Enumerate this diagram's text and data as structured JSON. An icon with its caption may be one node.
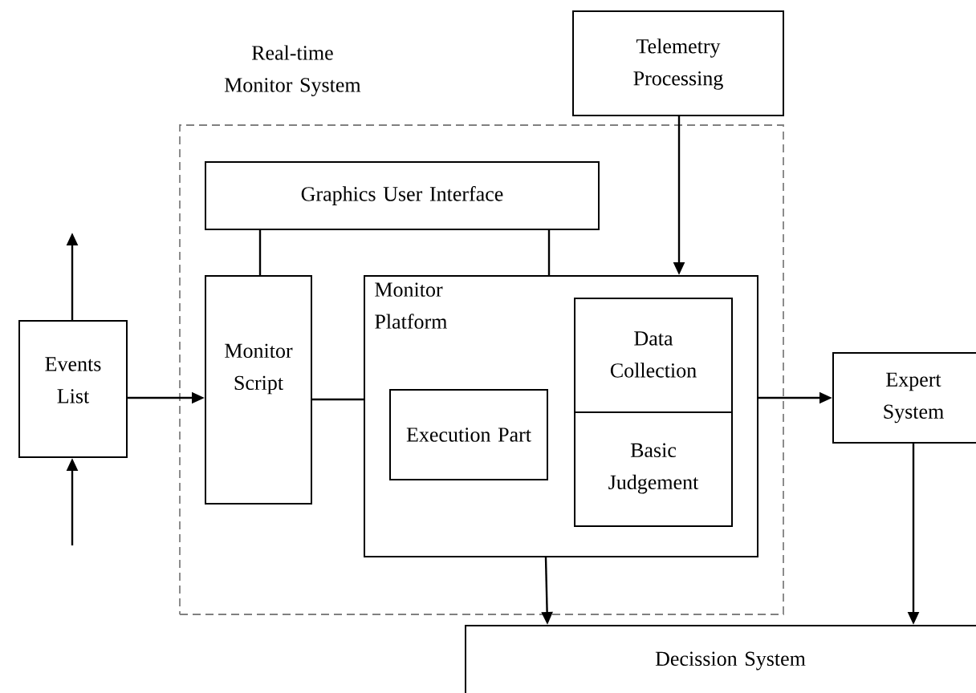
{
  "diagram": {
    "nodes": [
      {
        "text": [
          "Real-time Monitor System"
        ]
      },
      {
        "text": [
          "Telemetry Processing"
        ]
      },
      {
        "text": [
          "Graphics User Interface"
        ],
        "in": 0
      },
      {
        "text": [
          "Events List"
        ]
      },
      {
        "text": [
          "Monitor Script"
        ],
        "in": 0
      },
      {
        "text": [
          "Monitor Platform"
        ],
        "in": 0
      },
      {
        "text": [
          "Execution Part"
        ],
        "in": 5
      },
      {
        "text": [
          "Data Collection"
        ],
        "in": 5
      },
      {
        "text": [
          "Basic Judgement"
        ],
        "in": 5
      },
      {
        "text": [
          "Expert System"
        ]
      },
      {
        "text": [
          "Decission System"
        ]
      }
    ],
    "edges": [
      {
        "from": 3,
        "to": null,
        "arrow": "to"
      },
      {
        "from": null,
        "to": 3,
        "arrow": "to"
      },
      {
        "from": 3,
        "to": 4,
        "arrow": "to"
      },
      {
        "from": 2,
        "to": 4,
        "arrow": "none"
      },
      {
        "from": 2,
        "to": 5,
        "arrow": "none"
      },
      {
        "from": 4,
        "to": 5,
        "arrow": "none"
      },
      {
        "from": 1,
        "to": 5,
        "arrow": "to"
      },
      {
        "from": 5,
        "to": 9,
        "arrow": "to"
      },
      {
        "from": 5,
        "to": 10,
        "arrow": "to"
      },
      {
        "from": 9,
        "to": 10,
        "arrow": "to"
      }
    ]
  }
}
